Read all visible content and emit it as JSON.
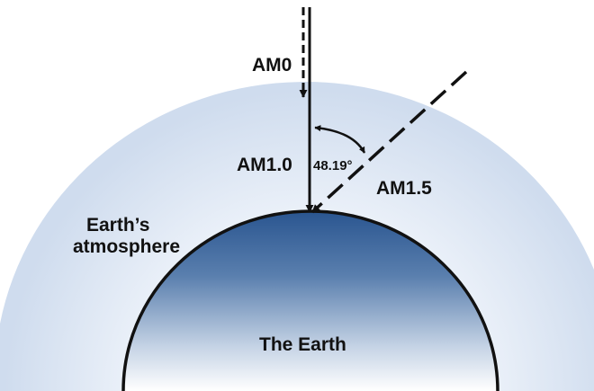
{
  "labels": {
    "am0": "AM0",
    "am10": "AM1.0",
    "am15": "AM1.5",
    "angle": "48.19°",
    "atmosphere_line1": "Earth’s",
    "atmosphere_line2": "atmosphere",
    "earth": "The Earth"
  },
  "colors": {
    "atmosphere_outer": "#d2dff0",
    "atmosphere_inner": "#e8eff8",
    "earth_top": "#2f5b95",
    "earth_bottom": "#ffffff",
    "lines": "#111111"
  }
}
